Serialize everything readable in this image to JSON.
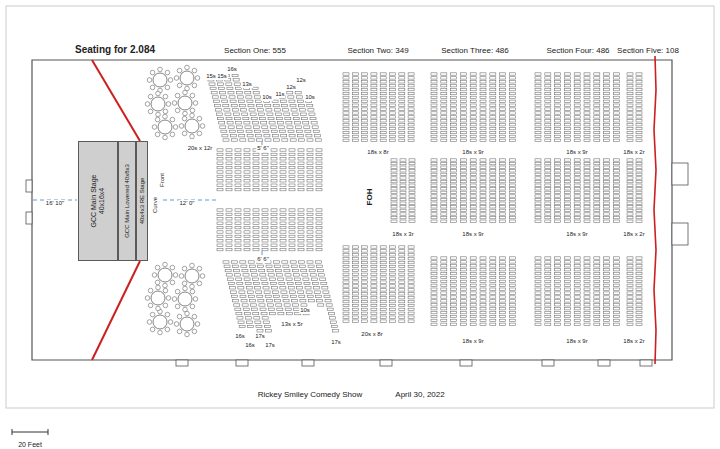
{
  "diagram": {
    "title": "Seating for 2.084",
    "nodes": [
      {
        "text": [
          "GCC Main Stage 40x16x4"
        ]
      },
      {
        "text": [
          "GCC Main Lowered 40x8x3"
        ]
      },
      {
        "text": [
          "40x4x3 RE Stage"
        ]
      }
    ],
    "labels": [
      "Section One: 555",
      "Section Two: 349",
      "Section Three: 486",
      "Section Four: 486",
      "Section Five: 108",
      "15s",
      "15s",
      "16s",
      "13s",
      "10s",
      "11s",
      "12s",
      "12s",
      "10s",
      "20s x 12r",
      "5' 6\"",
      "12' 0\"",
      "16' 10\"",
      "6' 6\"",
      "Curve",
      "Front",
      "FOH",
      "16s",
      "16s",
      "17s",
      "17s",
      "13s x 5r",
      "10s",
      "17s",
      "20s x 8r",
      "18s x 8r",
      "18s x 3r",
      "18s x 9r",
      "18s x 9r",
      "18s x 9r",
      "18s x 9r",
      "18s x 9r",
      "18s x 9r",
      "18s x 2r",
      "18s x 2r",
      "18s x 2r",
      "Rickey Smiley Comedy Show",
      "April 30, 2022",
      "20 Feet"
    ]
  }
}
